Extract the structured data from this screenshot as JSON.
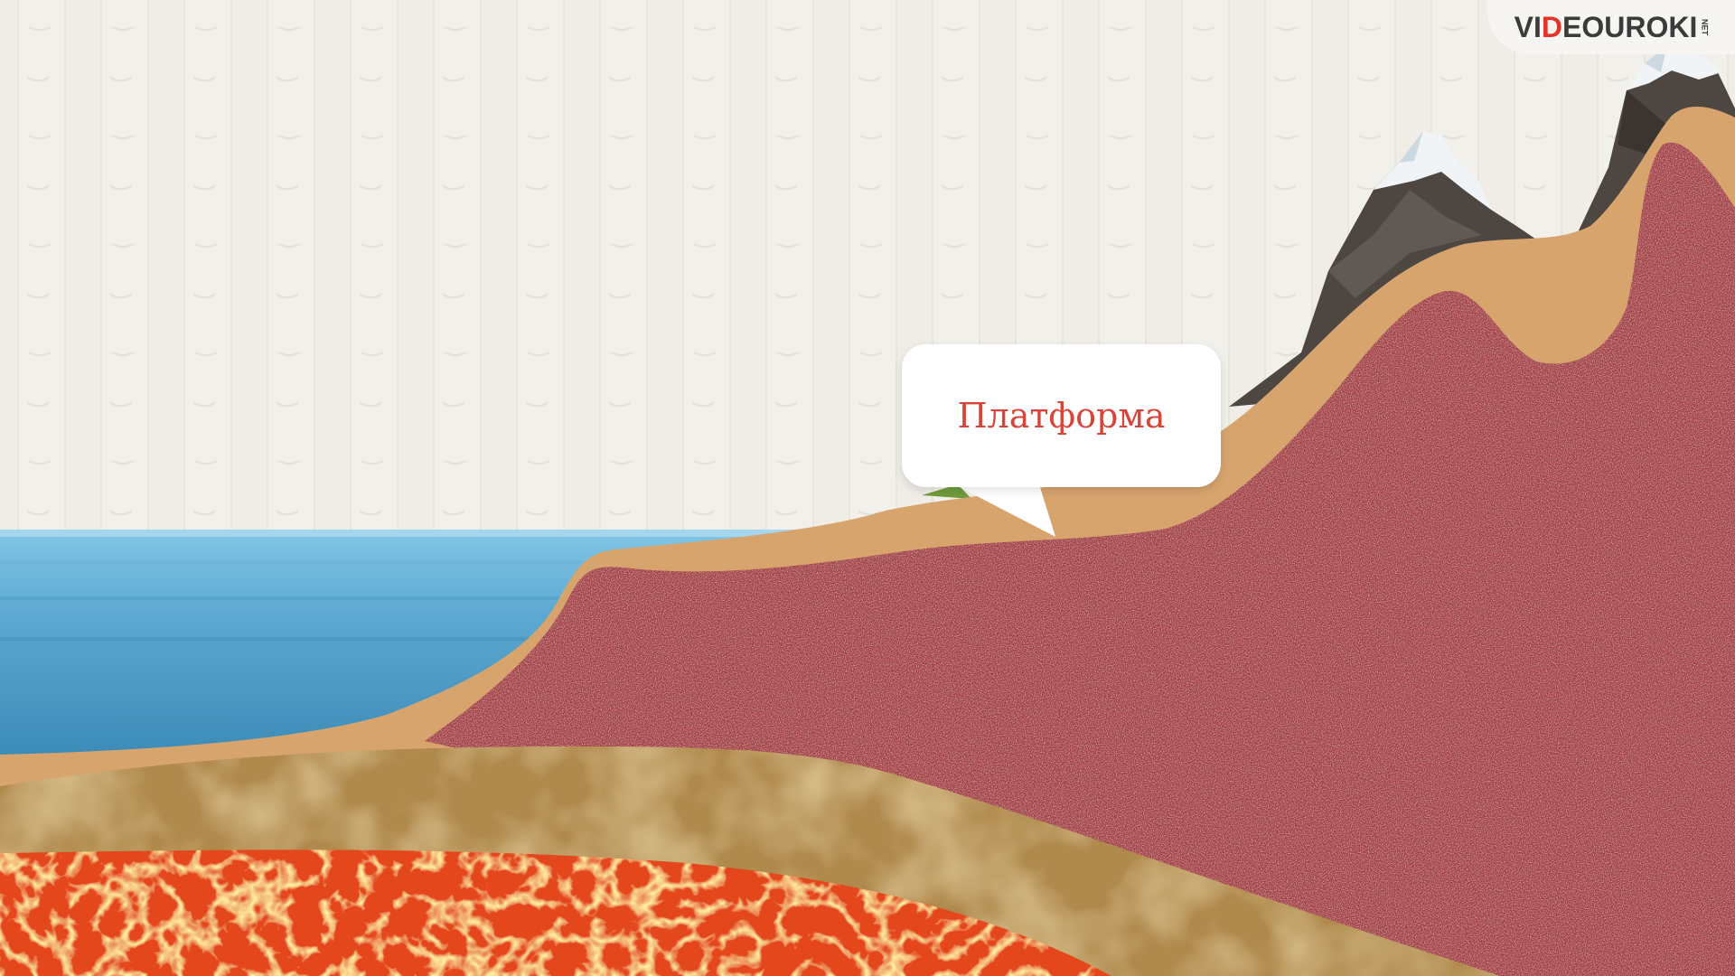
{
  "logo": {
    "pre": "VI",
    "accent": "D",
    "post": "EOUROKI",
    "net": "NET"
  },
  "callout": {
    "label": "Платформа"
  },
  "colors": {
    "background": "#efede6",
    "water_light": "#7fc2e3",
    "water_dark": "#3c8cb9",
    "crust_tan": "#d7a46e",
    "granite": "#9e3e44",
    "mantle": "#b08a4e",
    "magma": "#e5471c",
    "rock": "#4e4641",
    "snow": "#f2f5f7",
    "grass": "#6f9c3c",
    "callout_text": "#d7453a",
    "logo_accent": "#e5332a"
  },
  "icons": {
    "logo": "videouroki-logo",
    "pointer": "callout-tail"
  }
}
